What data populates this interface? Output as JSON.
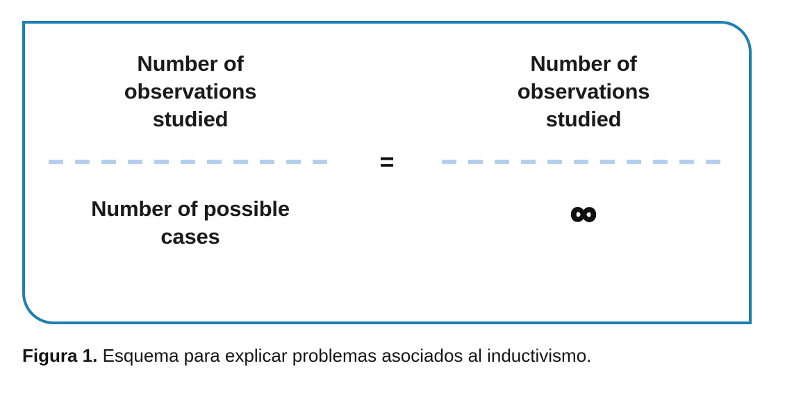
{
  "equation": {
    "numerator_left": "Number of observations studied",
    "denominator_left": "Number of possible cases",
    "equals_sign": "=",
    "numerator_right": "Number of observations studied",
    "denominator_right": "∞"
  },
  "caption": {
    "label": "Figura 1.",
    "text": "Esquema para explicar problemas asociados al inductivismo."
  },
  "colors": {
    "border_blue": "#1d80b0",
    "dash_blue": "#b4cfee",
    "text": "#1a1a1a"
  }
}
